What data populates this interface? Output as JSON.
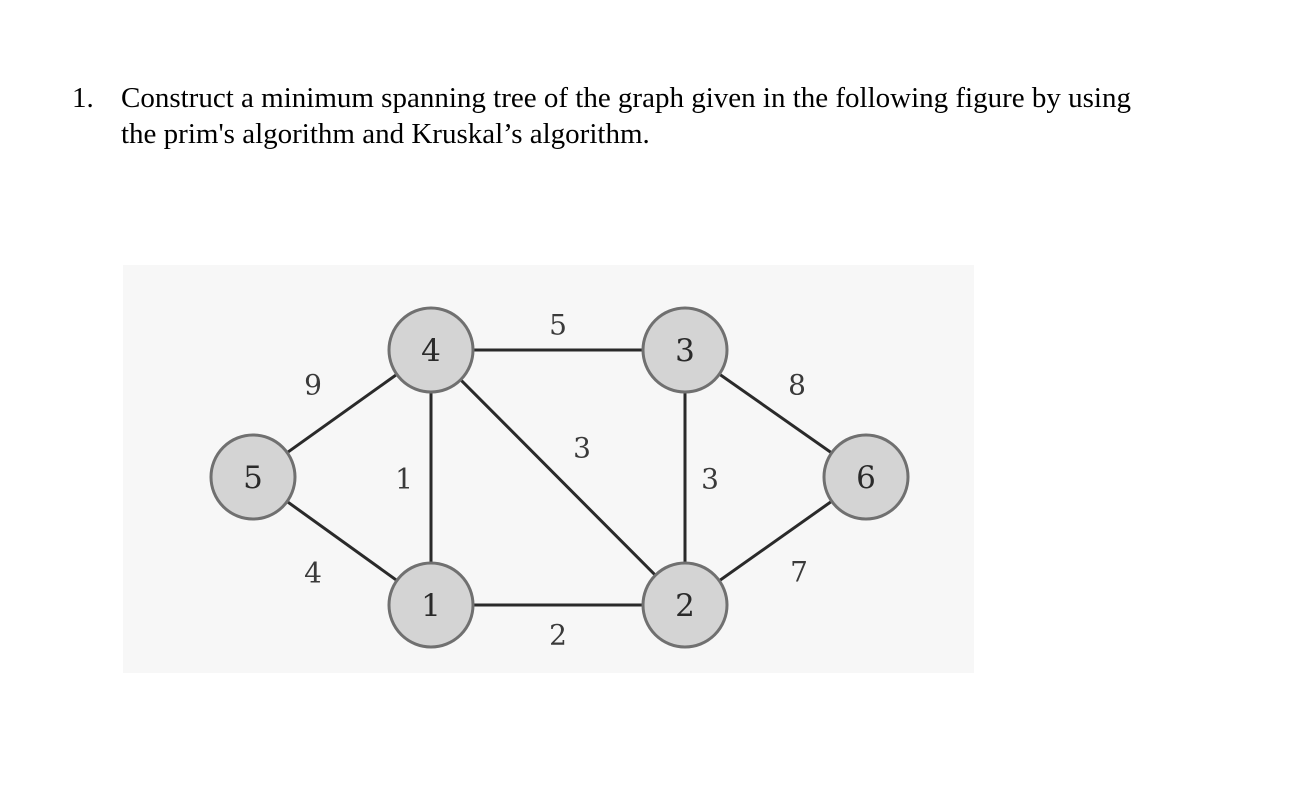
{
  "question": {
    "number": "1.",
    "line1": "Construct a minimum spanning tree of the graph given in the following figure by using",
    "line2": "the prim's algorithm and Kruskal’s algorithm."
  },
  "graph": {
    "nodes": [
      {
        "id": "n4",
        "label": "4"
      },
      {
        "id": "n3",
        "label": "3"
      },
      {
        "id": "n5",
        "label": "5"
      },
      {
        "id": "n6",
        "label": "6"
      },
      {
        "id": "n1",
        "label": "1"
      },
      {
        "id": "n2",
        "label": "2"
      }
    ],
    "edges": [
      {
        "from": "n4",
        "to": "n3",
        "weight": "5"
      },
      {
        "from": "n5",
        "to": "n4",
        "weight": "9"
      },
      {
        "from": "n4",
        "to": "n1",
        "weight": "1"
      },
      {
        "from": "n4",
        "to": "n2",
        "weight": "3"
      },
      {
        "from": "n3",
        "to": "n2",
        "weight": "3"
      },
      {
        "from": "n3",
        "to": "n6",
        "weight": "8"
      },
      {
        "from": "n5",
        "to": "n1",
        "weight": "4"
      },
      {
        "from": "n1",
        "to": "n2",
        "weight": "2"
      },
      {
        "from": "n2",
        "to": "n6",
        "weight": "7"
      }
    ]
  }
}
